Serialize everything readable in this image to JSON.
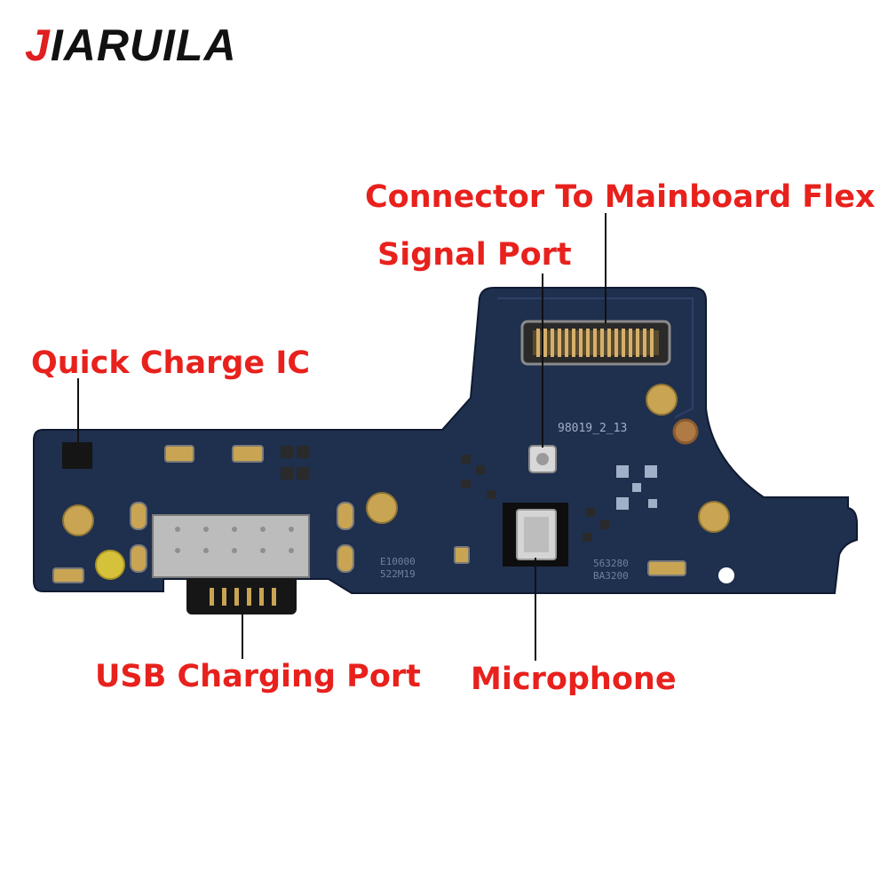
{
  "brand": {
    "first_letter": "J",
    "rest": "IARUILA"
  },
  "labels": {
    "connector": "Connector To Mainboard Flex",
    "signal": "Signal Port",
    "quick_charge": "Quick Charge IC",
    "usb": "USB Charging Port",
    "microphone": "Microphone"
  },
  "board_text": {
    "board_code": "98019_2_13",
    "mark_a1": "522M19",
    "mark_a2": "E10000",
    "mark_b1": "BA3200",
    "mark_b2": "563280"
  },
  "colors": {
    "accent": "#e8211d",
    "pcb": "#1f2f4e",
    "gold": "#c9a553"
  }
}
